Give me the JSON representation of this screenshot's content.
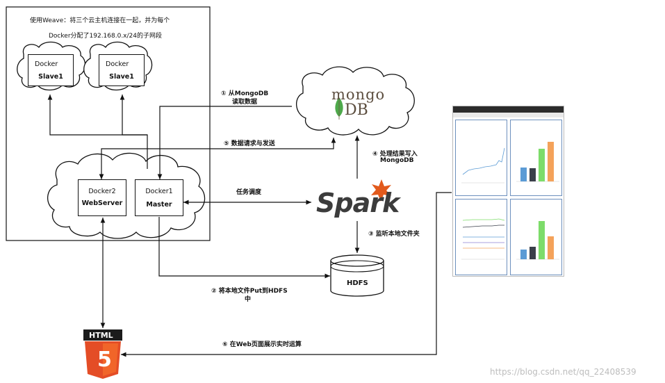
{
  "cluster": {
    "note_line1": "使用Weave：将三个云主机连接在一起，并为每个",
    "note_line2": "Docker分配了192.168.0.x/24的子网段"
  },
  "nodes": {
    "slave_a": {
      "line1": "Docker",
      "line2": "Slave1"
    },
    "slave_b": {
      "line1": "Docker",
      "line2": "Slave1"
    },
    "webserver": {
      "line1": "Docker2",
      "line2": "WebServer"
    },
    "master": {
      "line1": "Docker1",
      "line2": "Master"
    },
    "mongodb": {
      "logo_text": "mongo",
      "logo_text2": "DB"
    },
    "spark": {
      "logo_text": "Spark"
    },
    "hdfs": {
      "label": "HDFS"
    },
    "html5": {
      "label": "HTML",
      "number": "5"
    }
  },
  "edges": {
    "e1_line1": "① 从MongoDB",
    "e1_line2": "读取数据",
    "e5": "⑤ 数据请求与发送",
    "e4_line1": "④ 处理结果写入",
    "e4_line2": "MongoDB",
    "sched": "任务调度",
    "e3": "③ 监听本地文件夹",
    "e2_line1": "② 将本地文件Put到HDFS",
    "e2_line2": "中",
    "e6": "⑥ 在Web页面展示实时运算"
  },
  "watermark": "https://blog.csdn.net/qq_22408539",
  "colors": {
    "stroke": "#111111",
    "mongo_green": "#4ea94b",
    "mongo_text": "#5c4e3f",
    "spark_orange": "#e25a1c",
    "html5_orange": "#e44d26",
    "html5_dark": "#1c1c1c",
    "chart_blue": "#5b9bd5",
    "chart_dark": "#3a3f4a",
    "chart_green": "#7ddc6a",
    "chart_orange": "#f4a25a"
  }
}
